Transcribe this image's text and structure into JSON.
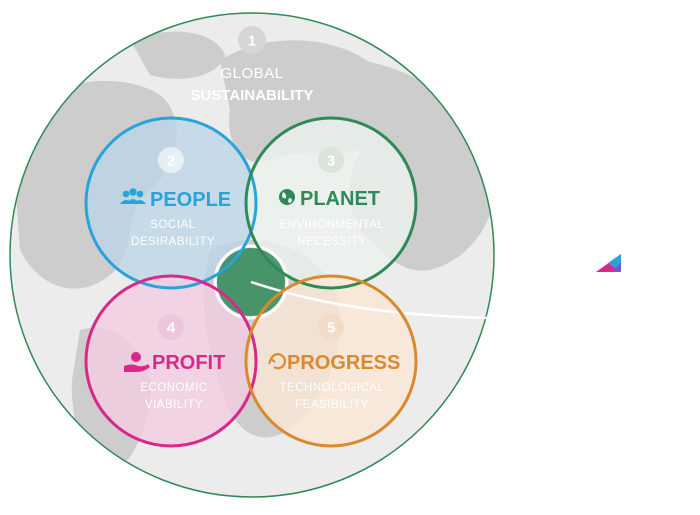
{
  "global": {
    "number": "1",
    "line1": "GLOBAL",
    "line2": "SUSTAINABILITY"
  },
  "circles": [
    {
      "key": "people",
      "number": "2",
      "title": "PEOPLE",
      "sub1": "SOCIAL",
      "sub2": "DESIRABILITY",
      "icon": "people-icon",
      "color": "#29a3dc"
    },
    {
      "key": "planet",
      "number": "3",
      "title": "PLANET",
      "sub1": "ENVIRONMENTAL",
      "sub2": "NECESSITY",
      "icon": "globe-icon",
      "color": "#2f8a57"
    },
    {
      "key": "profit",
      "number": "4",
      "title": "PROFIT",
      "sub1": "ECONOMIC",
      "sub2": "VIABILITY",
      "icon": "money-hand-icon",
      "color": "#d8288a"
    },
    {
      "key": "progress",
      "number": "5",
      "title": "PROGRESS",
      "sub1": "TECHNOLOGICAL",
      "sub2": "FEASIBILITY",
      "icon": "cycle-icon",
      "color": "#d98a2f"
    }
  ],
  "colors": {
    "outer_ring": "#2f8a57",
    "continents": "#cfcfcf",
    "sea": "#ebebeb",
    "center": "#2f8a57"
  }
}
